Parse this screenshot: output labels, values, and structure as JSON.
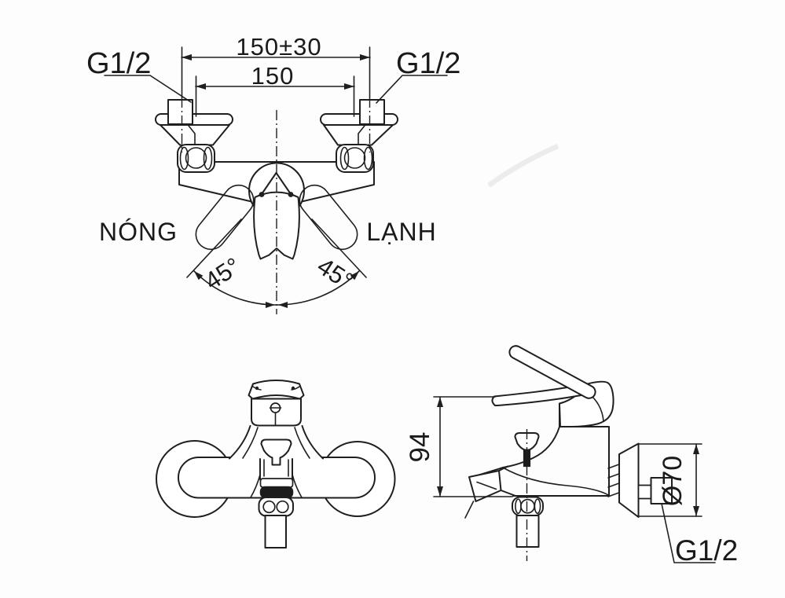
{
  "colors": {
    "background": "#fdfdfd",
    "line": "#1f1f1f",
    "text": "#1a1a1a",
    "dark_fill": "#1c1c1c"
  },
  "top_view": {
    "dim_span_tolerance": "150±30",
    "dim_span": "150",
    "thread_left": "G1/2",
    "thread_right": "G1/2",
    "label_hot": "NÓNG",
    "label_cold": "LẠNH",
    "angle_left": "45°",
    "angle_right": "45°"
  },
  "side_view": {
    "dim_height": "94",
    "dim_flange_diameter": "Ø70",
    "thread_outlet": "G1/2"
  }
}
